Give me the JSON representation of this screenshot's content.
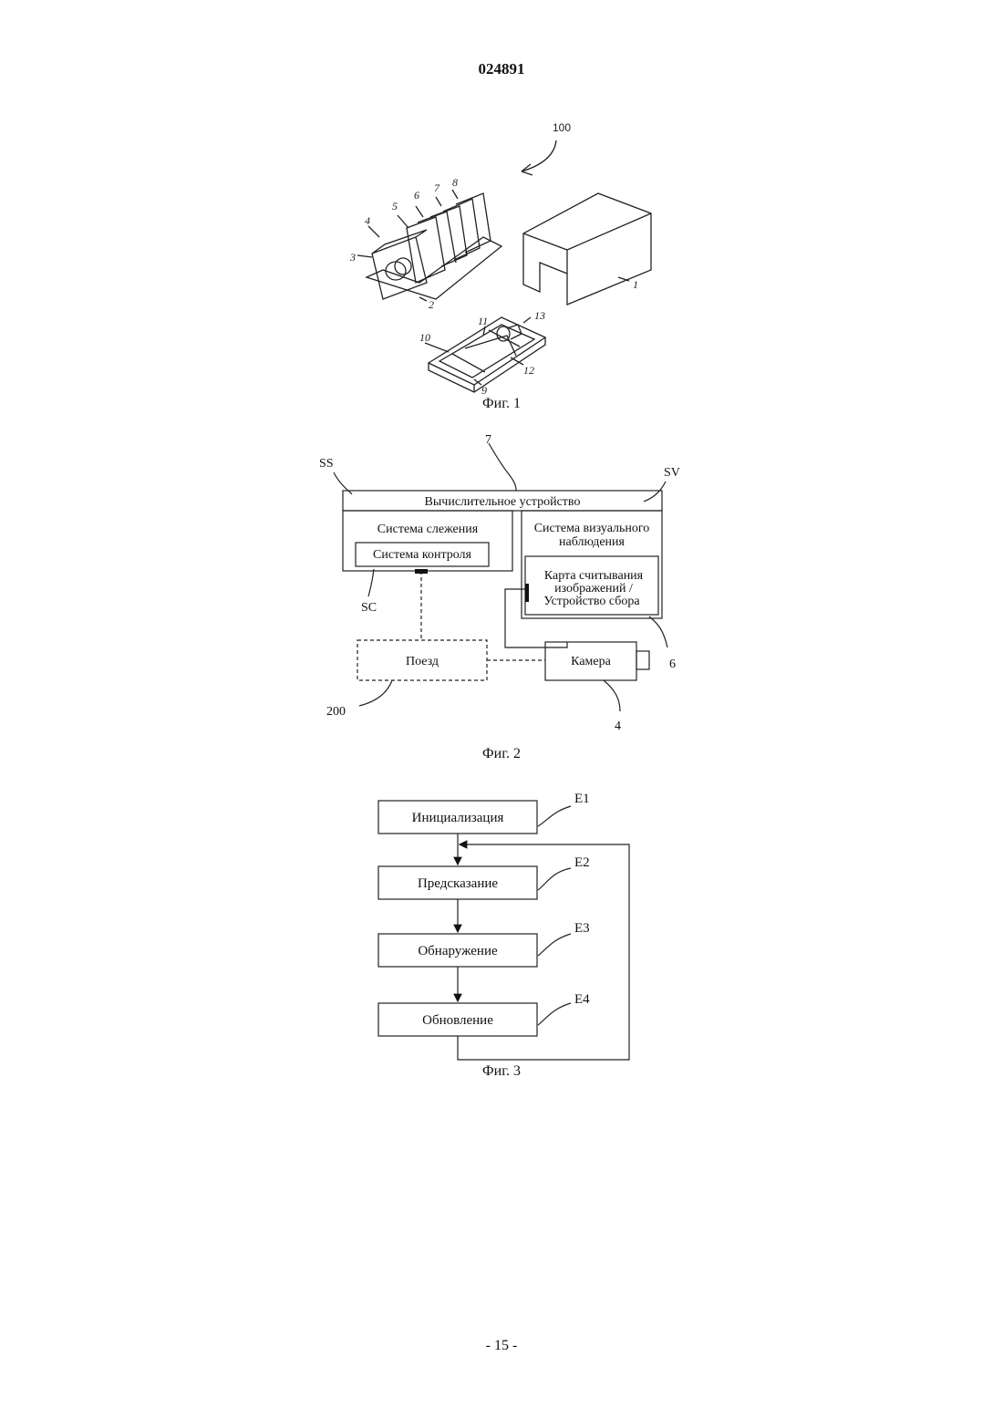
{
  "document": {
    "number": "024891",
    "page": "- 15 -"
  },
  "fig1": {
    "caption": "Фиг. 1",
    "labels": {
      "ref_100": "100",
      "ref_1": "1",
      "ref_2": "2",
      "ref_3": "3",
      "ref_4": "4",
      "ref_5": "5",
      "ref_6": "6",
      "ref_7": "7",
      "ref_8": "8",
      "ref_9": "9",
      "ref_10": "10",
      "ref_11": "11",
      "ref_12": "12",
      "ref_13": "13"
    }
  },
  "fig2": {
    "caption": "Фиг. 2",
    "computing_device": "Вычислительное устройство",
    "tracking_system": "Система слежения",
    "control_system": "Система контроля",
    "visual_system_line1": "Система визуального",
    "visual_system_line2": "наблюдения",
    "card_line1": "Карта считывания",
    "card_line2": "изображений /",
    "card_line3": "Устройство сбора",
    "train": "Поезд",
    "camera": "Камера",
    "labels": {
      "ss": "SS",
      "sv": "SV",
      "sc": "SC",
      "ref_7": "7",
      "ref_6": "6",
      "ref_4": "4",
      "ref_200": "200"
    }
  },
  "fig3": {
    "caption": "Фиг. 3",
    "steps": [
      {
        "label": "Инициализация",
        "ref": "E1"
      },
      {
        "label": "Предсказание",
        "ref": "E2"
      },
      {
        "label": "Обнаружение",
        "ref": "E3"
      },
      {
        "label": "Обновление",
        "ref": "E4"
      }
    ]
  }
}
